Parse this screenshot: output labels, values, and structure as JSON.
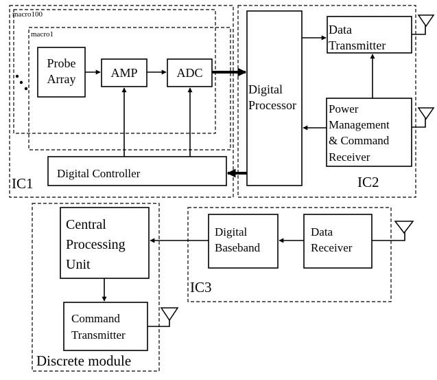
{
  "regions": {
    "macro100": "macro100",
    "macro1": "macro1",
    "ic1": "IC1",
    "ic2": "IC2",
    "ic3": "IC3",
    "discrete": "Discrete module"
  },
  "blocks": {
    "probe_array": [
      "Probe",
      "Array"
    ],
    "amp": "AMP",
    "adc": "ADC",
    "digital_controller": "Digital Controller",
    "digital_processor": [
      "Digital",
      "Processor"
    ],
    "data_transmitter": [
      "Data",
      "Transmitter"
    ],
    "power_management": [
      "Power",
      "Management",
      "& Command",
      "Receiver"
    ],
    "digital_baseband": [
      "Digital",
      "Baseband"
    ],
    "data_receiver": [
      "Data",
      "Receiver"
    ],
    "cpu": [
      "Central",
      "Processing",
      "Unit"
    ],
    "command_transmitter": [
      "Command",
      "Transmitter"
    ]
  },
  "icons": [
    "antenna-icon",
    "arrowhead-icon",
    "ellipsis-dots-icon"
  ]
}
